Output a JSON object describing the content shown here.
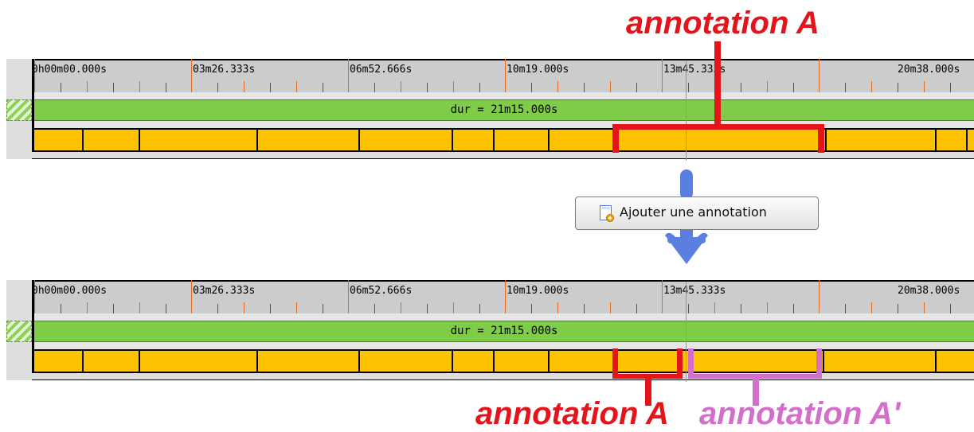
{
  "callouts": {
    "top": "annotation A",
    "bottom_left": "annotation A",
    "bottom_right": "annotation A'"
  },
  "timeline": {
    "tick_labels": [
      "0h00m00.000s",
      "03m26.333s",
      "06m52.666s",
      "10m19.000s",
      "13m45.333s",
      "20m38.000s"
    ],
    "duration_label": "dur = 21m15.000s"
  },
  "action_button": {
    "label": "Ajouter une annotation",
    "icon": "add-annotation-icon"
  },
  "colors": {
    "annotation_a": "#e5141b",
    "annotation_a_prime": "#d36fcb",
    "arrow": "#5b7fe0",
    "duration_bar": "#7fcc48",
    "segment_track": "#fec300",
    "cursor": "#d46bd0"
  }
}
